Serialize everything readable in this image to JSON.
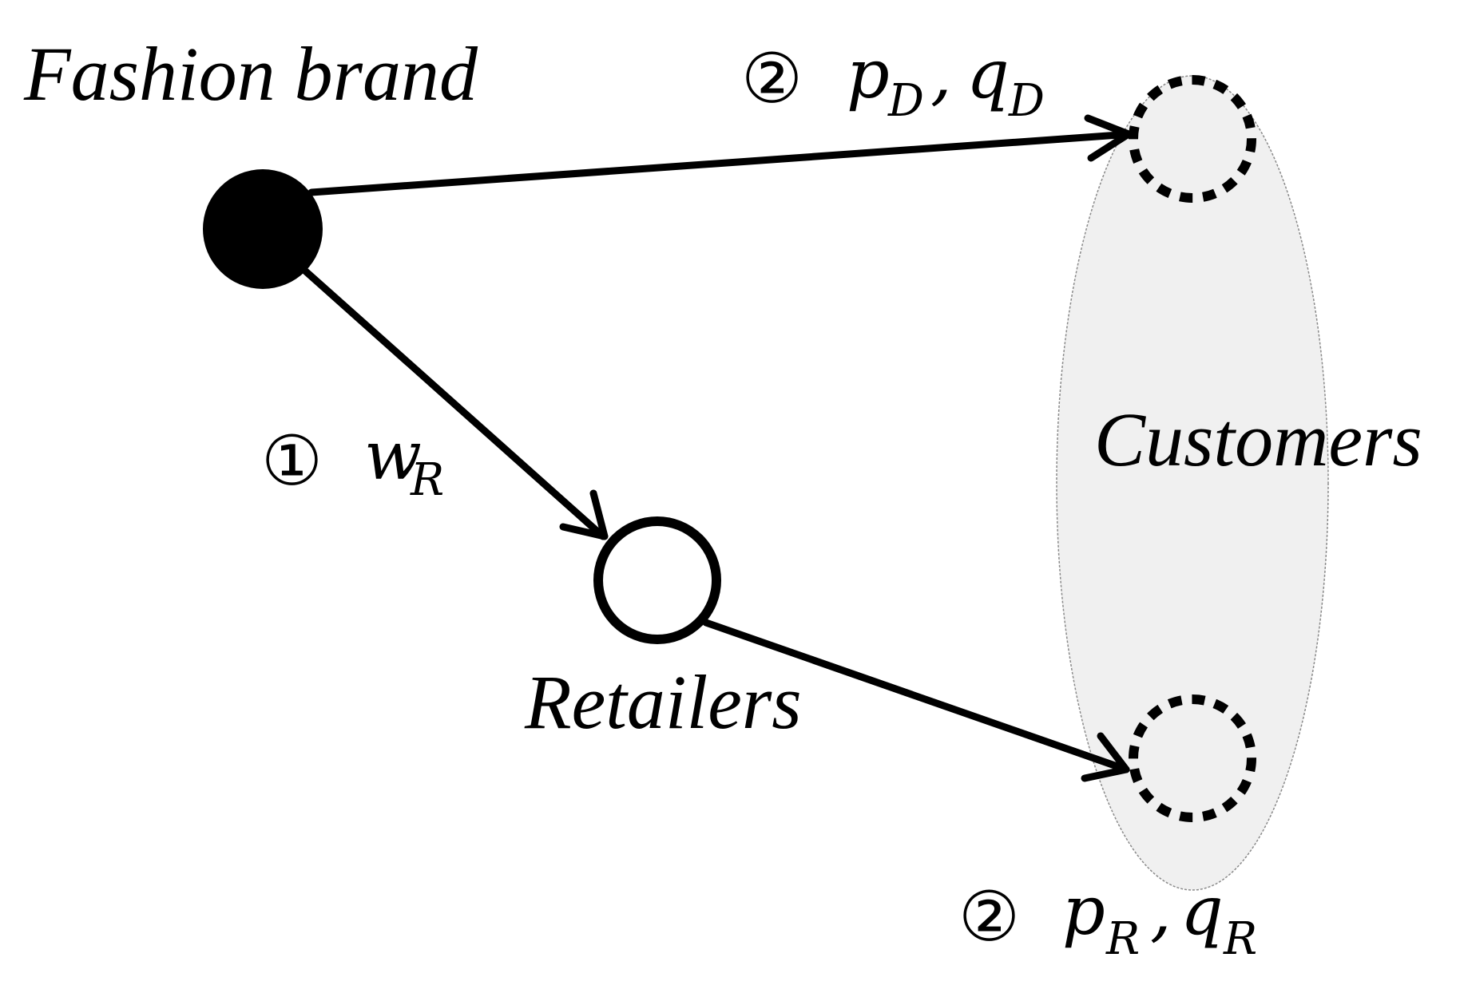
{
  "nodes": {
    "brand": {
      "label": "Fashion brand"
    },
    "retailers": {
      "label": "Retailers"
    },
    "customers": {
      "label": "Customers"
    }
  },
  "edges": {
    "brand_to_retailers": {
      "step": "①",
      "var": "w",
      "sub": "R"
    },
    "brand_to_customers": {
      "step": "②",
      "var1": "p",
      "sub1": "D",
      "sep": ",",
      "var2": "q",
      "sub2": "D"
    },
    "retailers_to_customers": {
      "step": "②",
      "var1": "p",
      "sub1": "R",
      "sep": ",",
      "var2": "q",
      "sub2": "R"
    }
  },
  "colors": {
    "ink": "#000000",
    "customer_region_fill": "#f0f0f0",
    "customer_region_stroke": "#8a8a8a"
  }
}
